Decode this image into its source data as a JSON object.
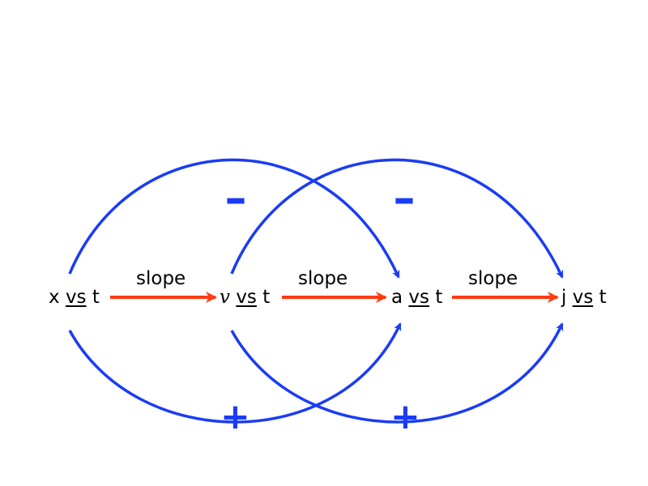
{
  "colors": {
    "curve": "#1a3cf5",
    "slope_arrow": "#ff3a12",
    "text": "#000000"
  },
  "nodes": [
    {
      "var": "x",
      "vs": "vs",
      "t": "t"
    },
    {
      "var": "v",
      "vs": "vs",
      "t": "t"
    },
    {
      "var": "a",
      "vs": "vs",
      "t": "t"
    },
    {
      "var": "j",
      "vs": "vs",
      "t": "t"
    }
  ],
  "slope_labels": [
    "slope",
    "slope",
    "slope"
  ],
  "signs": {
    "minus": [
      "–",
      "–"
    ],
    "plus": [
      "+",
      "+"
    ]
  }
}
